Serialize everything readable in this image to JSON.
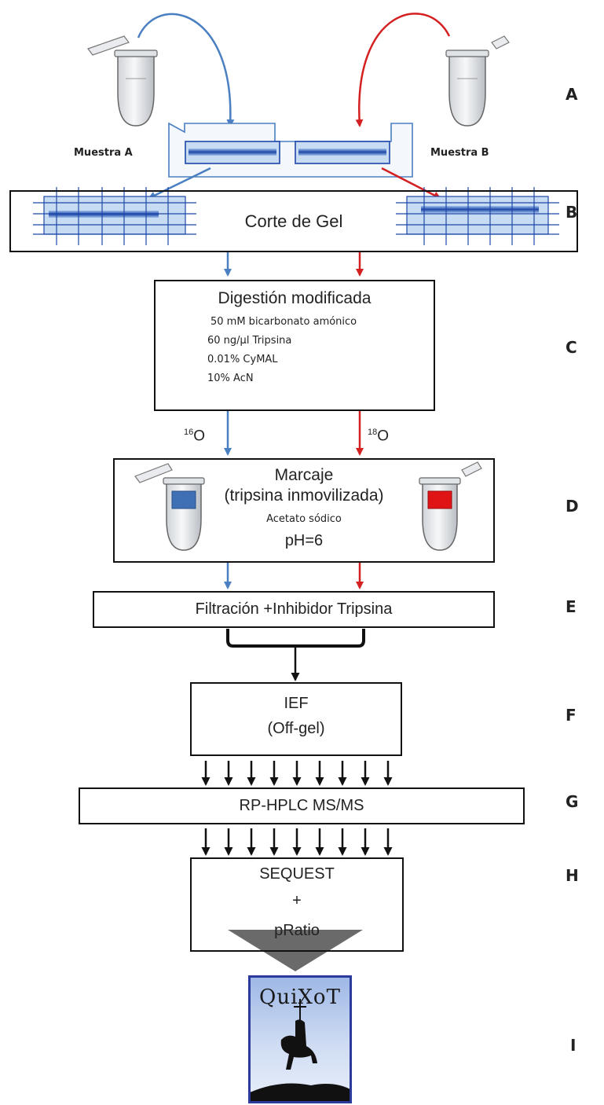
{
  "step_labels": [
    "A",
    "B",
    "C",
    "D",
    "E",
    "F",
    "G",
    "H",
    "I"
  ],
  "samples": {
    "a": "Muestra A",
    "b": "Muestra B"
  },
  "gel_cut": "Corte de Gel",
  "digestion": {
    "title": "Digestión modificada",
    "lines": [
      "50 mM bicarbonato amónico",
      "60 ng/µl Tripsina",
      "0.01% CyMAL",
      "10% AcN"
    ]
  },
  "isotopes": {
    "left": {
      "mass": "16",
      "element": "O"
    },
    "right": {
      "mass": "18",
      "element": "O"
    }
  },
  "labeling": {
    "title": "Marcaje",
    "subtitle": "(tripsina  inmovilizada)",
    "buffer": "Acetato sódico",
    "ph": "pH=6"
  },
  "filtration": "Filtración +Inhibidor  Tripsina",
  "ief": {
    "line1": "IEF",
    "line2": "(Off-gel)"
  },
  "hplc": "RP-HPLC  MS/MS",
  "sequest": {
    "line1": "SEQUEST",
    "line2": "+",
    "line3": "pRatio"
  },
  "logo_text": "QuiXoT",
  "colors": {
    "blue": "#4a7fc1",
    "red": "#d42020",
    "gel_band": "#2d55b0",
    "gel_bg": "#c7dcf3"
  }
}
